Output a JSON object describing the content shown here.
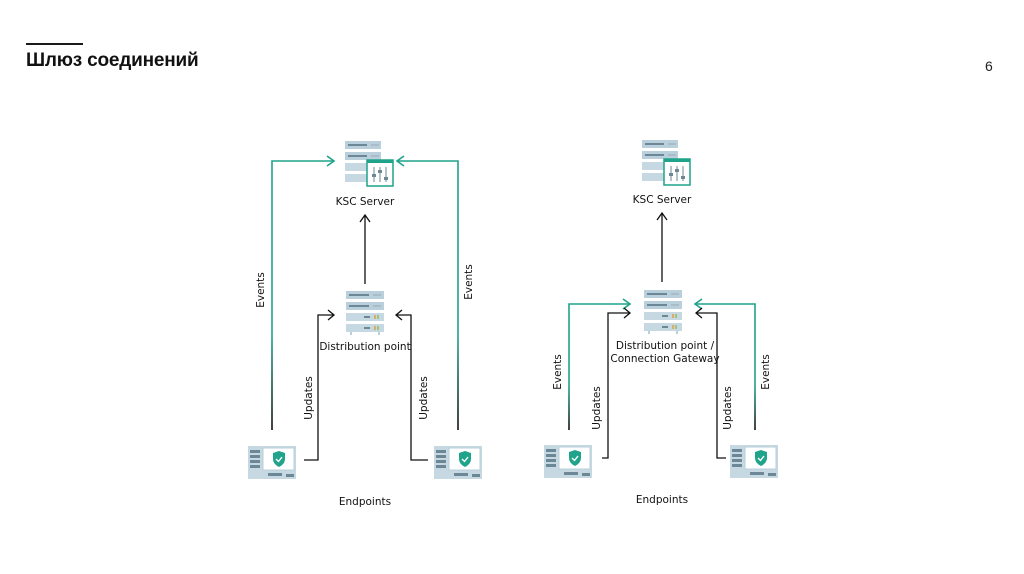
{
  "slide": {
    "title": "Шлюз соединений",
    "page_number": "6"
  },
  "colors": {
    "events_arrow": "#1fa38a",
    "updates_arrow": "#111111",
    "server_body": "#b9cfdb",
    "server_dark": "#6c8796",
    "shield": "#1fa38a"
  },
  "left_diagram": {
    "server_label": "KSC Server",
    "distribution_label": "Distribution point",
    "endpoints_label": "Endpoints",
    "events_left_label": "Events",
    "events_right_label": "Events",
    "updates_left_label": "Updates",
    "updates_right_label": "Updates"
  },
  "right_diagram": {
    "server_label": "KSC Server",
    "gateway_label_line1": "Distribution point /",
    "gateway_label_line2": "Connection Gateway",
    "endpoints_label": "Endpoints",
    "events_left_label": "Events",
    "events_right_label": "Events",
    "updates_left_label": "Updates",
    "updates_right_label": "Updates"
  }
}
